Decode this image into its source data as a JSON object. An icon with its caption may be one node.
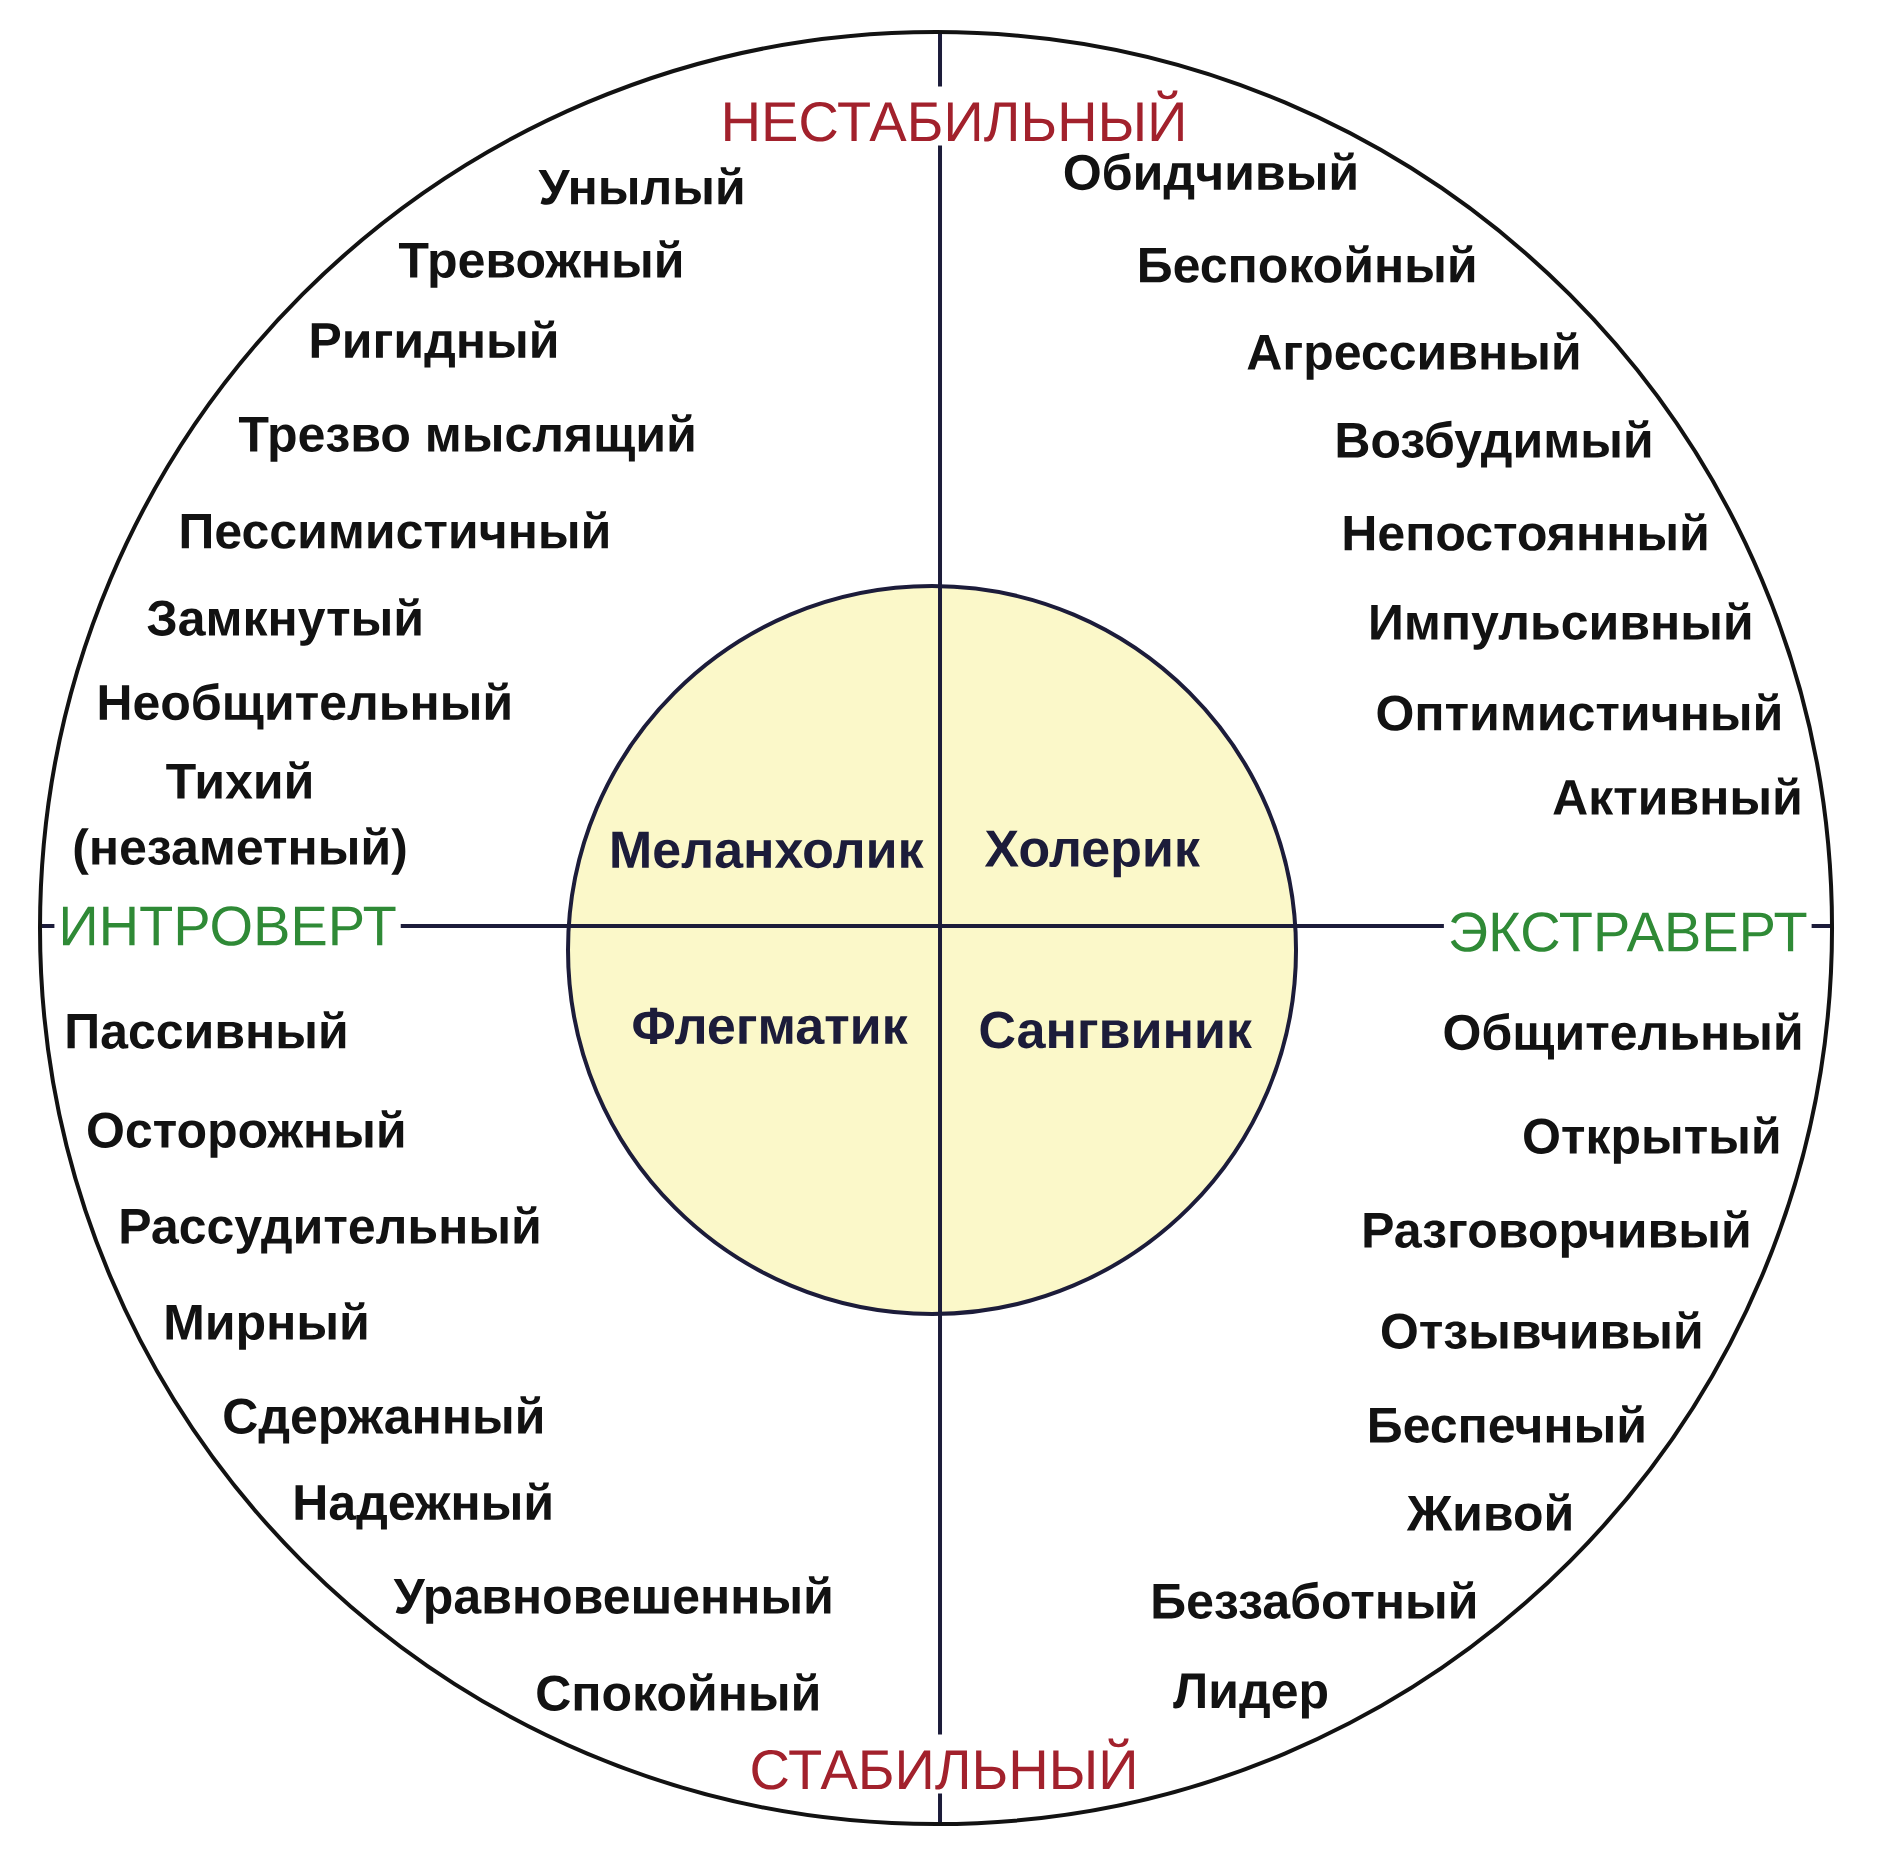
{
  "diagram": {
    "nodes": [
      {
        "text": [
          "Унылый",
          "Тревожный",
          "Ригидный",
          "Трезво мыслящий",
          "Пессимистичный",
          "Замкнутый",
          "Необщительный",
          "Тихий (незаметный)",
          "Обидчивый",
          "Беспокойный",
          "Агрессивный",
          "Возбудимый",
          "Непостоянный",
          "Импульсивный",
          "Оптимистичный",
          "Активный",
          "Пассивный",
          "Осторожный",
          "Рассудительный",
          "Мирный",
          "Сдержанный",
          "Надежный",
          "Уравновешенный",
          "Спокойный",
          "Общительный",
          "Открытый",
          "Разговорчивый",
          "Отзывчивый",
          "Беспечный",
          "Живой",
          "Беззаботный",
          "Лидер"
        ]
      },
      {
        "text": [
          "Меланхолик",
          "Холерик",
          "Флегматик",
          "Сангвиник"
        ],
        "in": 0
      }
    ],
    "labels": [
      "НЕСТАБИЛЬНЫЙ",
      "ИНТРОВЕРТ",
      "ЭКСТРАВЕРТ",
      "СТАБИЛЬНЫЙ"
    ]
  }
}
